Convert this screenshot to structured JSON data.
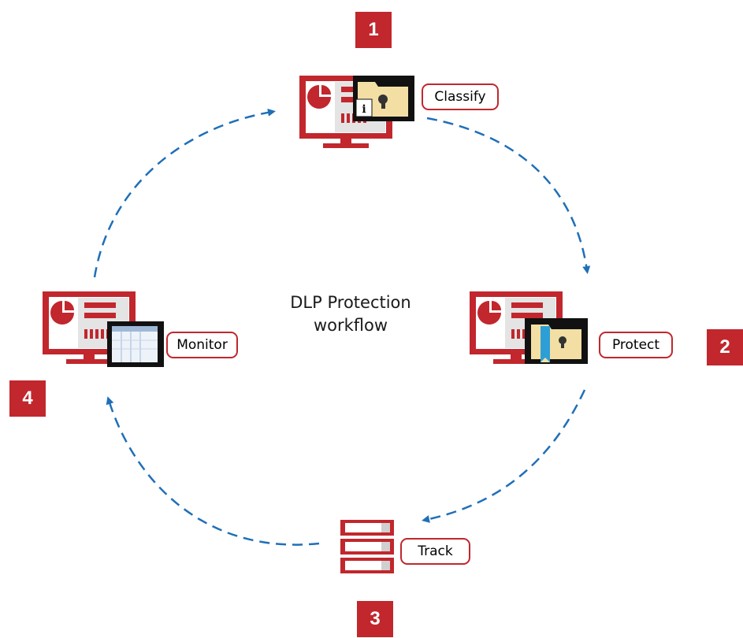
{
  "center_title": {
    "line1": "DLP Protection",
    "line2": "workflow"
  },
  "steps": [
    {
      "number": "1",
      "label": "Classify",
      "icon": "monitor-pie-chart-with-info-folder-icon"
    },
    {
      "number": "2",
      "label": "Protect",
      "icon": "monitor-pie-chart-with-bookmarked-folder-icon"
    },
    {
      "number": "3",
      "label": "Track",
      "icon": "server-stack-icon"
    },
    {
      "number": "4",
      "label": "Monitor",
      "icon": "monitor-pie-chart-with-documents-icon"
    }
  ],
  "colors": {
    "brand_red": "#c1272d",
    "arrow_blue": "#1f6fb8",
    "folder_tan": "#f3dfa4",
    "screen_grey": "#e4e4e4"
  }
}
